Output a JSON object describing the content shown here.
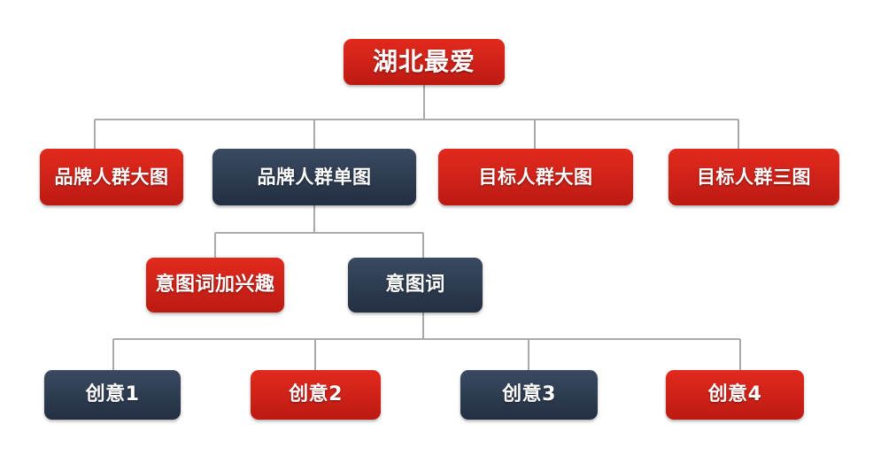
{
  "diagram": {
    "title": "湖北最爱",
    "type": "organization-tree",
    "colors": {
      "red": "#d2231a",
      "navy": "#2f3e53",
      "connector": "#aaaaaa",
      "text": "#ffffff",
      "background": "#ffffff"
    },
    "levels": [
      {
        "level": 1,
        "nodes": [
          {
            "id": "root",
            "label": "湖北最爱",
            "color": "red"
          }
        ]
      },
      {
        "level": 2,
        "nodes": [
          {
            "id": "brand-crowd-big",
            "label": "品牌人群大图",
            "color": "red"
          },
          {
            "id": "brand-crowd-single",
            "label": "品牌人群单图",
            "color": "navy"
          },
          {
            "id": "target-crowd-big",
            "label": "目标人群大图",
            "color": "red"
          },
          {
            "id": "target-crowd-three",
            "label": "目标人群三图",
            "color": "red"
          }
        ]
      },
      {
        "level": 3,
        "nodes": [
          {
            "id": "intent-word-interest",
            "label": "意图词加兴趣",
            "color": "red"
          },
          {
            "id": "intent-word",
            "label": "意图词",
            "color": "navy"
          }
        ]
      },
      {
        "level": 4,
        "nodes": [
          {
            "id": "creative-1",
            "label": "创意1",
            "color": "navy"
          },
          {
            "id": "creative-2",
            "label": "创意2",
            "color": "red"
          },
          {
            "id": "creative-3",
            "label": "创意3",
            "color": "navy"
          },
          {
            "id": "creative-4",
            "label": "创意4",
            "color": "red"
          }
        ]
      }
    ]
  }
}
